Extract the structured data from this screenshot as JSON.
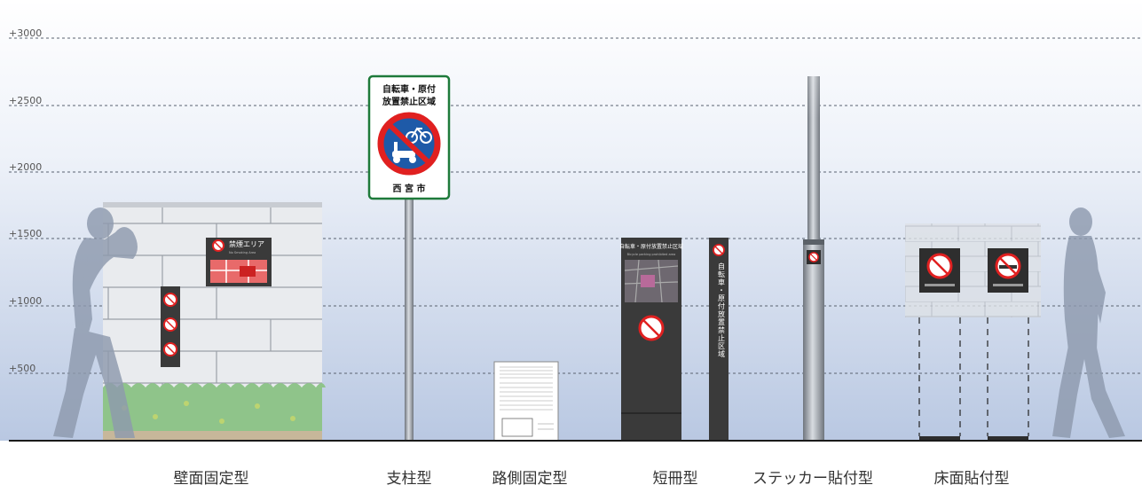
{
  "height_labels": [
    "+3000",
    "+2500",
    "+2000",
    "+1500",
    "+1000",
    "+500"
  ],
  "captions": {
    "wall": "壁面固定型",
    "pole": "支柱型",
    "roadside": "路側固定型",
    "strip": "短冊型",
    "sticker": "ステッカー貼付型",
    "floor": "床面貼付型"
  },
  "sign": {
    "title_line1": "自転車・原付",
    "title_line2": "放置禁止区域",
    "city": "西 宮 市"
  },
  "wall_sign": {
    "title": "禁煙エリア",
    "subtitle": "No Smoking Area"
  },
  "strip_sign": {
    "title": "自転車・原付放置禁止区域",
    "subtitle": "Bicycle parking prohibited area"
  },
  "narrow_sign": {
    "vertical_text": "自転車・原付放置禁止区域"
  },
  "colors": {
    "prohibit_red": "#e02020",
    "prohibit_blue": "#1e5aa8",
    "dark_panel": "#3a3a3a",
    "sign_green": "#1e7a3a",
    "silhouette": "#8e9aae"
  }
}
